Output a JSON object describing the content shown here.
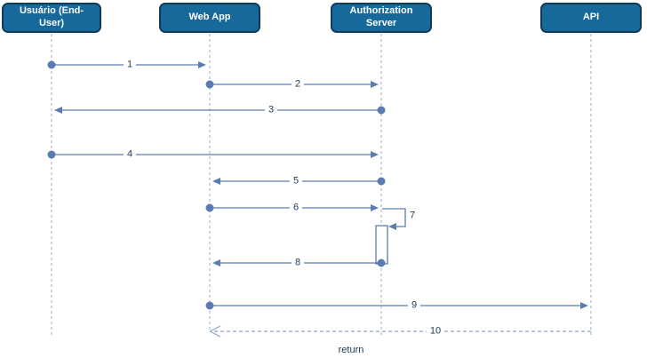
{
  "diagram": {
    "type": "sequence-diagram",
    "actors": [
      {
        "label": "Usuário (End-User)"
      },
      {
        "label": "Web App"
      },
      {
        "label": "Authorization Server"
      },
      {
        "label": "API"
      }
    ],
    "messages": [
      {
        "label": "1",
        "from": "Usuário (End-User)",
        "to": "Web App",
        "line": "solid"
      },
      {
        "label": "2",
        "from": "Web App",
        "to": "Authorization Server",
        "line": "solid"
      },
      {
        "label": "3",
        "from": "Authorization Server",
        "to": "Usuário (End-User)",
        "line": "solid"
      },
      {
        "label": "4",
        "from": "Usuário (End-User)",
        "to": "Authorization Server",
        "line": "solid"
      },
      {
        "label": "5",
        "from": "Authorization Server",
        "to": "Web App",
        "line": "solid"
      },
      {
        "label": "6",
        "from": "Web App",
        "to": "Authorization Server",
        "line": "solid"
      },
      {
        "label": "7",
        "from": "Authorization Server",
        "to": "Authorization Server",
        "line": "self"
      },
      {
        "label": "8",
        "from": "Authorization Server",
        "to": "Web App",
        "line": "solid"
      },
      {
        "label": "9",
        "from": "Web App",
        "to": "API",
        "line": "solid"
      },
      {
        "label": "10",
        "from": "API",
        "to": "Web App",
        "line": "dashed-return"
      }
    ],
    "footer_label": "return",
    "colors": {
      "actor_fill": "#17689b",
      "actor_border": "#0e3c59",
      "actor_text": "#ffffff",
      "message_line": "#5b7cb2",
      "lifeline": "#a9bad4",
      "label_text": "#1d3a52",
      "return_line": "#8fa5c4",
      "background": "#ffffff"
    }
  }
}
